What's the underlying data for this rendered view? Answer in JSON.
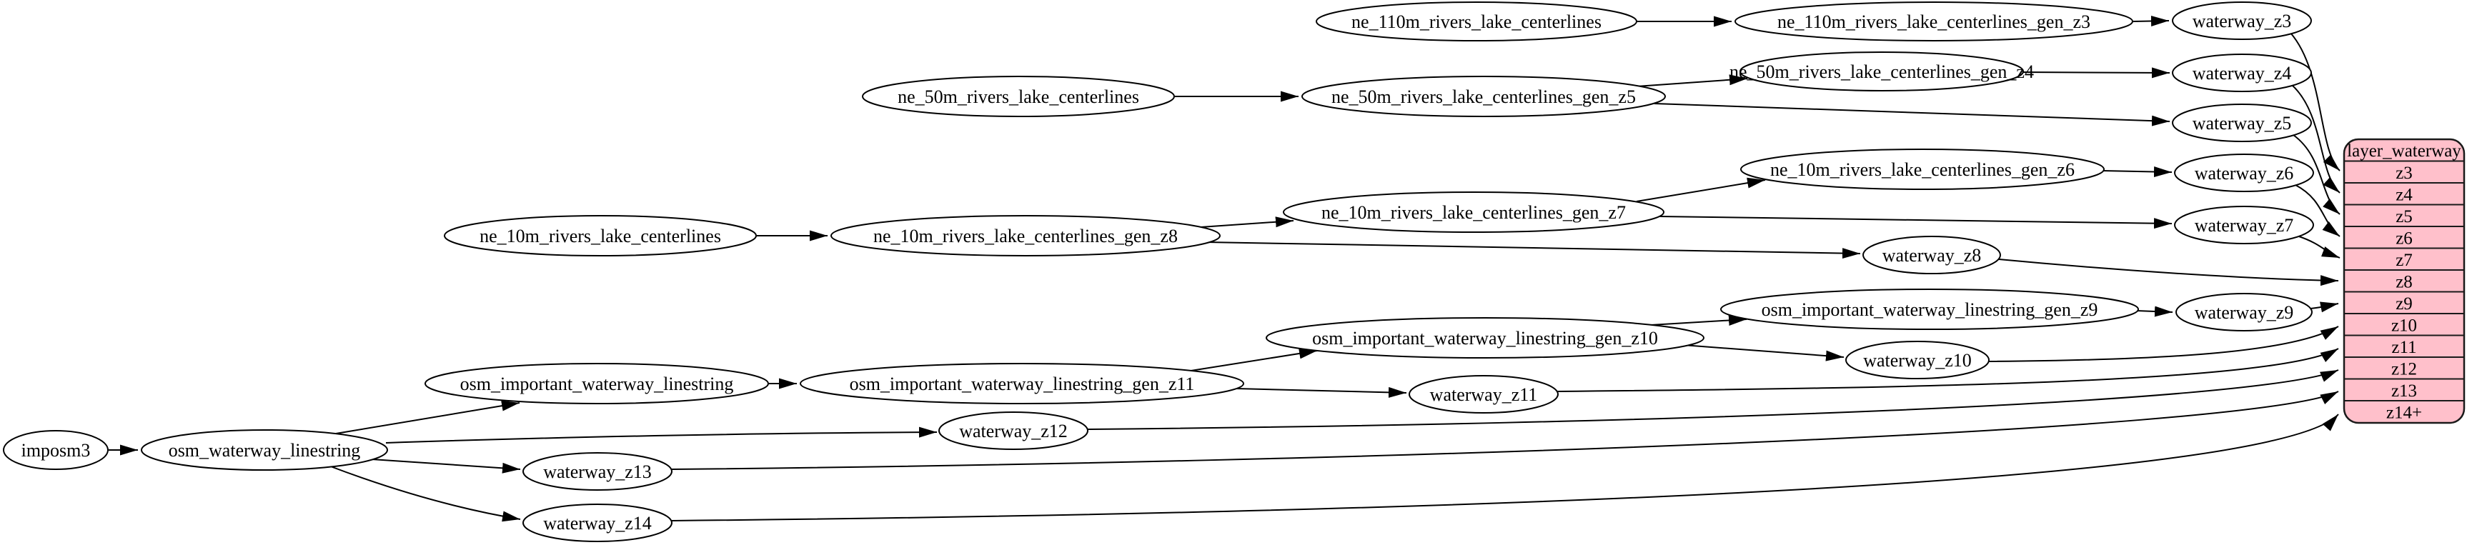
{
  "colors": {
    "background": "#ffffff",
    "node_fill": "#ffffff",
    "node_stroke": "#000000",
    "edge": "#000000",
    "record_fill": "#ffc0cb",
    "record_stroke": "#1a1a1a"
  },
  "nodes": {
    "imposm3": {
      "label": "imposm3"
    },
    "osm_waterway_linestring": {
      "label": "osm_waterway_linestring"
    },
    "osm_important_waterway_linestring": {
      "label": "osm_important_waterway_linestring"
    },
    "osm_important_waterway_linestring_gen_z11": {
      "label": "osm_important_waterway_linestring_gen_z11"
    },
    "osm_important_waterway_linestring_gen_z10": {
      "label": "osm_important_waterway_linestring_gen_z10"
    },
    "osm_important_waterway_linestring_gen_z9": {
      "label": "osm_important_waterway_linestring_gen_z9"
    },
    "ne_110m_rivers_lake_centerlines": {
      "label": "ne_110m_rivers_lake_centerlines"
    },
    "ne_110m_rivers_lake_centerlines_gen_z3": {
      "label": "ne_110m_rivers_lake_centerlines_gen_z3"
    },
    "ne_50m_rivers_lake_centerlines": {
      "label": "ne_50m_rivers_lake_centerlines"
    },
    "ne_50m_rivers_lake_centerlines_gen_z5": {
      "label": "ne_50m_rivers_lake_centerlines_gen_z5"
    },
    "ne_50m_rivers_lake_centerlines_gen_z4": {
      "label": "ne_50m_rivers_lake_centerlines_gen_z4"
    },
    "ne_10m_rivers_lake_centerlines": {
      "label": "ne_10m_rivers_lake_centerlines"
    },
    "ne_10m_rivers_lake_centerlines_gen_z8": {
      "label": "ne_10m_rivers_lake_centerlines_gen_z8"
    },
    "ne_10m_rivers_lake_centerlines_gen_z7": {
      "label": "ne_10m_rivers_lake_centerlines_gen_z7"
    },
    "ne_10m_rivers_lake_centerlines_gen_z6": {
      "label": "ne_10m_rivers_lake_centerlines_gen_z6"
    },
    "waterway_z3": {
      "label": "waterway_z3"
    },
    "waterway_z4": {
      "label": "waterway_z4"
    },
    "waterway_z5": {
      "label": "waterway_z5"
    },
    "waterway_z6": {
      "label": "waterway_z6"
    },
    "waterway_z7": {
      "label": "waterway_z7"
    },
    "waterway_z8": {
      "label": "waterway_z8"
    },
    "waterway_z9": {
      "label": "waterway_z9"
    },
    "waterway_z10": {
      "label": "waterway_z10"
    },
    "waterway_z11": {
      "label": "waterway_z11"
    },
    "waterway_z12": {
      "label": "waterway_z12"
    },
    "waterway_z13": {
      "label": "waterway_z13"
    },
    "waterway_z14": {
      "label": "waterway_z14"
    }
  },
  "record": {
    "title": "layer_waterway",
    "rows": [
      "z3",
      "z4",
      "z5",
      "z6",
      "z7",
      "z8",
      "z9",
      "z10",
      "z11",
      "z12",
      "z13",
      "z14+"
    ]
  },
  "edges": [
    {
      "from": "imposm3",
      "to": "osm_waterway_linestring"
    },
    {
      "from": "osm_waterway_linestring",
      "to": "osm_important_waterway_linestring"
    },
    {
      "from": "osm_waterway_linestring",
      "to": "waterway_z12"
    },
    {
      "from": "osm_waterway_linestring",
      "to": "waterway_z13"
    },
    {
      "from": "osm_waterway_linestring",
      "to": "waterway_z14"
    },
    {
      "from": "osm_important_waterway_linestring",
      "to": "osm_important_waterway_linestring_gen_z11"
    },
    {
      "from": "osm_important_waterway_linestring_gen_z11",
      "to": "osm_important_waterway_linestring_gen_z10"
    },
    {
      "from": "osm_important_waterway_linestring_gen_z11",
      "to": "waterway_z11"
    },
    {
      "from": "osm_important_waterway_linestring_gen_z10",
      "to": "osm_important_waterway_linestring_gen_z9"
    },
    {
      "from": "osm_important_waterway_linestring_gen_z10",
      "to": "waterway_z10"
    },
    {
      "from": "osm_important_waterway_linestring_gen_z9",
      "to": "waterway_z9"
    },
    {
      "from": "ne_10m_rivers_lake_centerlines",
      "to": "ne_10m_rivers_lake_centerlines_gen_z8"
    },
    {
      "from": "ne_10m_rivers_lake_centerlines_gen_z8",
      "to": "ne_10m_rivers_lake_centerlines_gen_z7"
    },
    {
      "from": "ne_10m_rivers_lake_centerlines_gen_z8",
      "to": "waterway_z8"
    },
    {
      "from": "ne_10m_rivers_lake_centerlines_gen_z7",
      "to": "ne_10m_rivers_lake_centerlines_gen_z6"
    },
    {
      "from": "ne_10m_rivers_lake_centerlines_gen_z7",
      "to": "waterway_z7"
    },
    {
      "from": "ne_10m_rivers_lake_centerlines_gen_z6",
      "to": "waterway_z6"
    },
    {
      "from": "ne_50m_rivers_lake_centerlines",
      "to": "ne_50m_rivers_lake_centerlines_gen_z5"
    },
    {
      "from": "ne_50m_rivers_lake_centerlines_gen_z5",
      "to": "ne_50m_rivers_lake_centerlines_gen_z4"
    },
    {
      "from": "ne_50m_rivers_lake_centerlines_gen_z5",
      "to": "waterway_z5"
    },
    {
      "from": "ne_50m_rivers_lake_centerlines_gen_z4",
      "to": "waterway_z4"
    },
    {
      "from": "ne_110m_rivers_lake_centerlines",
      "to": "ne_110m_rivers_lake_centerlines_gen_z3"
    },
    {
      "from": "ne_110m_rivers_lake_centerlines_gen_z3",
      "to": "waterway_z3"
    },
    {
      "from": "waterway_z3",
      "to": "layer_waterway.z3"
    },
    {
      "from": "waterway_z4",
      "to": "layer_waterway.z4"
    },
    {
      "from": "waterway_z5",
      "to": "layer_waterway.z5"
    },
    {
      "from": "waterway_z6",
      "to": "layer_waterway.z6"
    },
    {
      "from": "waterway_z7",
      "to": "layer_waterway.z7"
    },
    {
      "from": "waterway_z8",
      "to": "layer_waterway.z8"
    },
    {
      "from": "waterway_z9",
      "to": "layer_waterway.z9"
    },
    {
      "from": "waterway_z10",
      "to": "layer_waterway.z10"
    },
    {
      "from": "waterway_z11",
      "to": "layer_waterway.z11"
    },
    {
      "from": "waterway_z12",
      "to": "layer_waterway.z12"
    },
    {
      "from": "waterway_z13",
      "to": "layer_waterway.z13"
    },
    {
      "from": "waterway_z14",
      "to": "layer_waterway.z14+"
    }
  ]
}
